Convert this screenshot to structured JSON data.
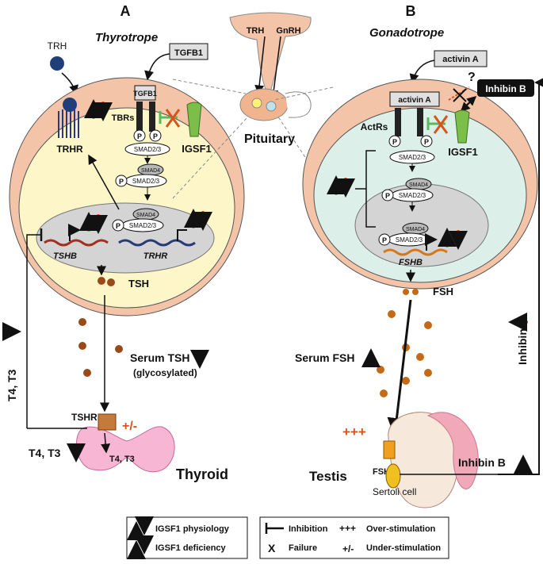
{
  "panel_a": {
    "letter": "A",
    "cell_title": "Thyrotrope",
    "trh": "TRH",
    "tgfb1_outside": "TGFB1",
    "tgfb1_receptor": "TGFB1",
    "receptors": "TBRs",
    "p": "P",
    "smad23": "SMAD2/3",
    "smad4": "SMAD4",
    "igsf1": "IGSF1",
    "trhr": "TRHR",
    "gene1": "TSHB",
    "gene2": "TRHR",
    "hormone": "TSH",
    "serum": "Serum TSH",
    "glyco": "(glycosylated)",
    "t4t3_side": "T4, T3",
    "t4t3_low": "T4, T3",
    "tshr": "TSHR",
    "tshr_mark": "+/-",
    "t4t3_inner": "T4, T3",
    "thyroid": "Thyroid"
  },
  "center": {
    "trh": "TRH",
    "gnrh": "GnRH",
    "pituitary": "Pituitary"
  },
  "panel_b": {
    "letter": "B",
    "cell_title": "Gonadotrope",
    "activin_outside": "activin A",
    "activin_receptor": "activin A",
    "question": "?",
    "inhibin_box": "Inhibin B",
    "receptors": "ActRs",
    "p": "P",
    "smad23": "SMAD2/3",
    "smad4": "SMAD4",
    "igsf1": "IGSF1",
    "gene": "FSHB",
    "hormone": "FSH",
    "serum": "Serum FSH",
    "inhibin_vertical": "Inhibin B",
    "inhibin_bottom": "Inhibin B",
    "plus": "+++",
    "fshr": "FSHR",
    "testis": "Testis",
    "sertoli": "Sertoli cell"
  },
  "legend": {
    "physiology": "IGSF1 physiology",
    "deficiency": "IGSF1 deficiency",
    "inhibition": "Inhibition",
    "failure": "Failure",
    "failure_symbol": "X",
    "over": "Over-stimulation",
    "over_symbol": "+++",
    "under": "Under-stimulation",
    "under_symbol": "+/-"
  },
  "colors": {
    "physiology": "#5cb85c",
    "deficiency": "#d9531e",
    "membrane": "#f4c4a9",
    "cell_a": "#fdf6c8",
    "cell_b": "#dcefe8",
    "nucleus": "#d4d4d4",
    "igsf1": "#7bbf4a"
  }
}
